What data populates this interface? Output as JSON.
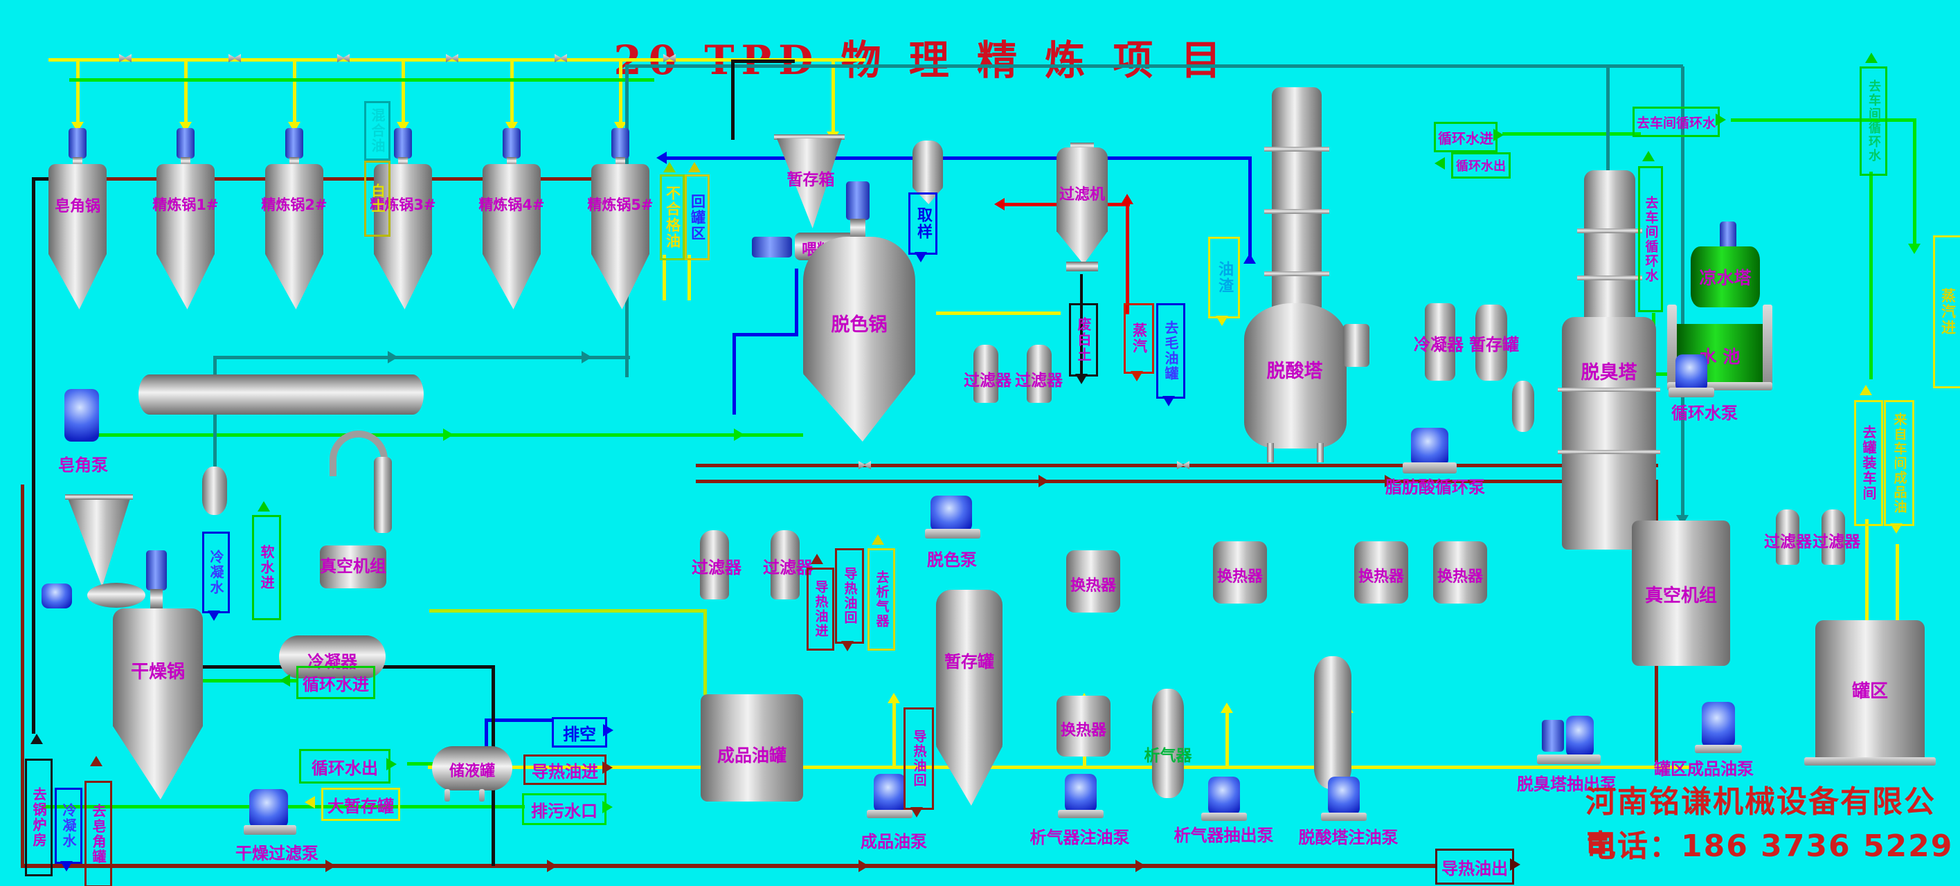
{
  "title": "20 TPD 物 理 精 炼 项 目",
  "footer": {
    "company": "河南铭谦机械设备有限公司",
    "phone": "电话：186 3736 5229"
  },
  "tanks": {
    "t1": "皂角锅",
    "t2": "精炼锅1#",
    "t3": "精炼锅2#",
    "t4": "精炼锅3#",
    "t5": "精炼锅4#",
    "t6": "精炼锅5#"
  },
  "equipment": {
    "drying_pot": "干燥锅",
    "vacuum_unit": "真空机组",
    "condenser": "冷凝器",
    "liquid_storage_tank": "储液罐",
    "clay_hopper": "暂存箱",
    "feeder": "喂料器",
    "bleaching_pot": "脱色锅",
    "filter": "过滤器",
    "filter_machine": "过滤机",
    "product_oil_tank": "成品油罐",
    "temp_tank": "暂存罐",
    "heat_exchanger": "换热器",
    "degasser": "析气器",
    "deacid_tower": "脱酸塔",
    "deodor_tower": "脱臭塔",
    "cooling_tower": "凉水塔",
    "water_pool": "水 池",
    "tank_area": "罐区"
  },
  "pumps": {
    "soapstock_pump": "皂角泵",
    "drying_filter_pump": "干燥过滤泵",
    "bleaching_pump": "脱色泵",
    "product_oil_pump": "成品油泵",
    "degasser_inject_pump": "析气器注油泵",
    "degasser_extract_pump": "析气器抽出泵",
    "deacid_inject_pump": "脱酸塔注油泵",
    "fatty_acid_circ_pump": "脂肪酸循环泵",
    "deodor_extract_pump": "脱臭塔抽出泵",
    "tank_area_product_pump": "罐区成品油泵",
    "circ_water_pump": "循环水泵"
  },
  "flags": {
    "off_spec_oil": "不合格油",
    "to_tank_area": "回罐区",
    "mixed_oil": "混合油",
    "white_clay": "白土",
    "sampling": "取样",
    "waste_clay": "废白土",
    "steam": "蒸汽",
    "to_crude_oil_tank": "去毛油罐",
    "oil_residue": "油渣",
    "heat_oil_in": "导热油进",
    "heat_oil_return": "导热油回",
    "to_degasser": "去析气器",
    "to_boiler_room": "去锅炉房",
    "condensate": "冷凝水",
    "to_soap_tank": "去皂角罐",
    "soft_water_in": "软水进",
    "circ_water_in": "循环水进",
    "circ_water_out": "循环水出",
    "big_temp_tank": "大暂存罐",
    "vent": "排空",
    "sewage_outlet": "排污水口",
    "heat_oil_out": "导热油出",
    "to_workshop_circ": "去车间循环水",
    "to_filling_workshop": "去罐装车间",
    "from_workshop_product": "来自车间成品油",
    "steam_in": "蒸汽进"
  }
}
